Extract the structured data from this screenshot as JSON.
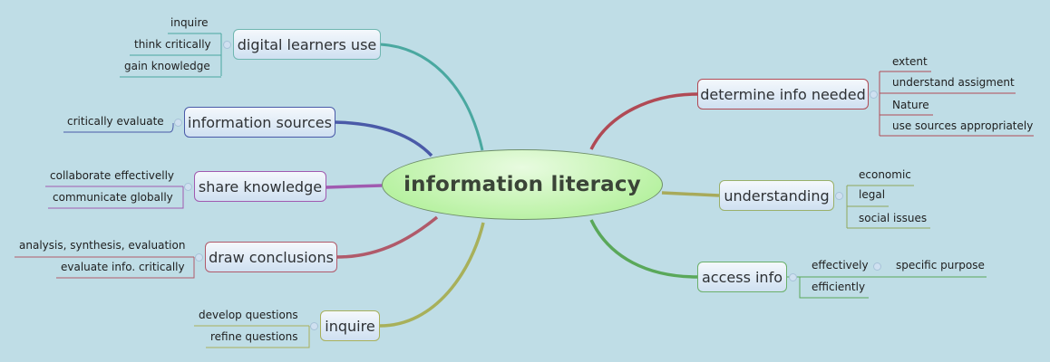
{
  "central": {
    "label": "information literacy",
    "fill": "#c5f4b2"
  },
  "topics": [
    {
      "label": "digital learners use",
      "color": "#4aa8a0",
      "side": "left",
      "children": [
        "inquire",
        "think critically",
        "gain knowledge"
      ]
    },
    {
      "label": "information sources",
      "color": "#4a5aa8",
      "side": "left",
      "children": [
        "critically evaluate"
      ]
    },
    {
      "label": "share knowledge",
      "color": "#a05ab0",
      "side": "left",
      "children": [
        "collaborate effectivelly",
        "communicate globally"
      ]
    },
    {
      "label": "draw conclusions",
      "color": "#b05a6a",
      "side": "left",
      "children": [
        "analysis, synthesis, evaluation",
        "evaluate info. critically"
      ]
    },
    {
      "label": "inquire",
      "color": "#a8b05a",
      "side": "left",
      "children": [
        "develop questions",
        "refine questions"
      ]
    },
    {
      "label": "determine info needed",
      "color": "#b04a55",
      "side": "right",
      "children": [
        "extent",
        "understand assigment",
        "Nature",
        "use sources appropriately"
      ]
    },
    {
      "label": "understanding",
      "color": "#a8aa5a",
      "side": "right",
      "children": [
        "economic",
        "legal",
        "social issues"
      ]
    },
    {
      "label": "access info",
      "color": "#5aa85a",
      "side": "right",
      "children": [
        "effectively",
        "efficiently"
      ],
      "grandchildren": {
        "effectively": [
          "specific purpose"
        ]
      }
    }
  ]
}
